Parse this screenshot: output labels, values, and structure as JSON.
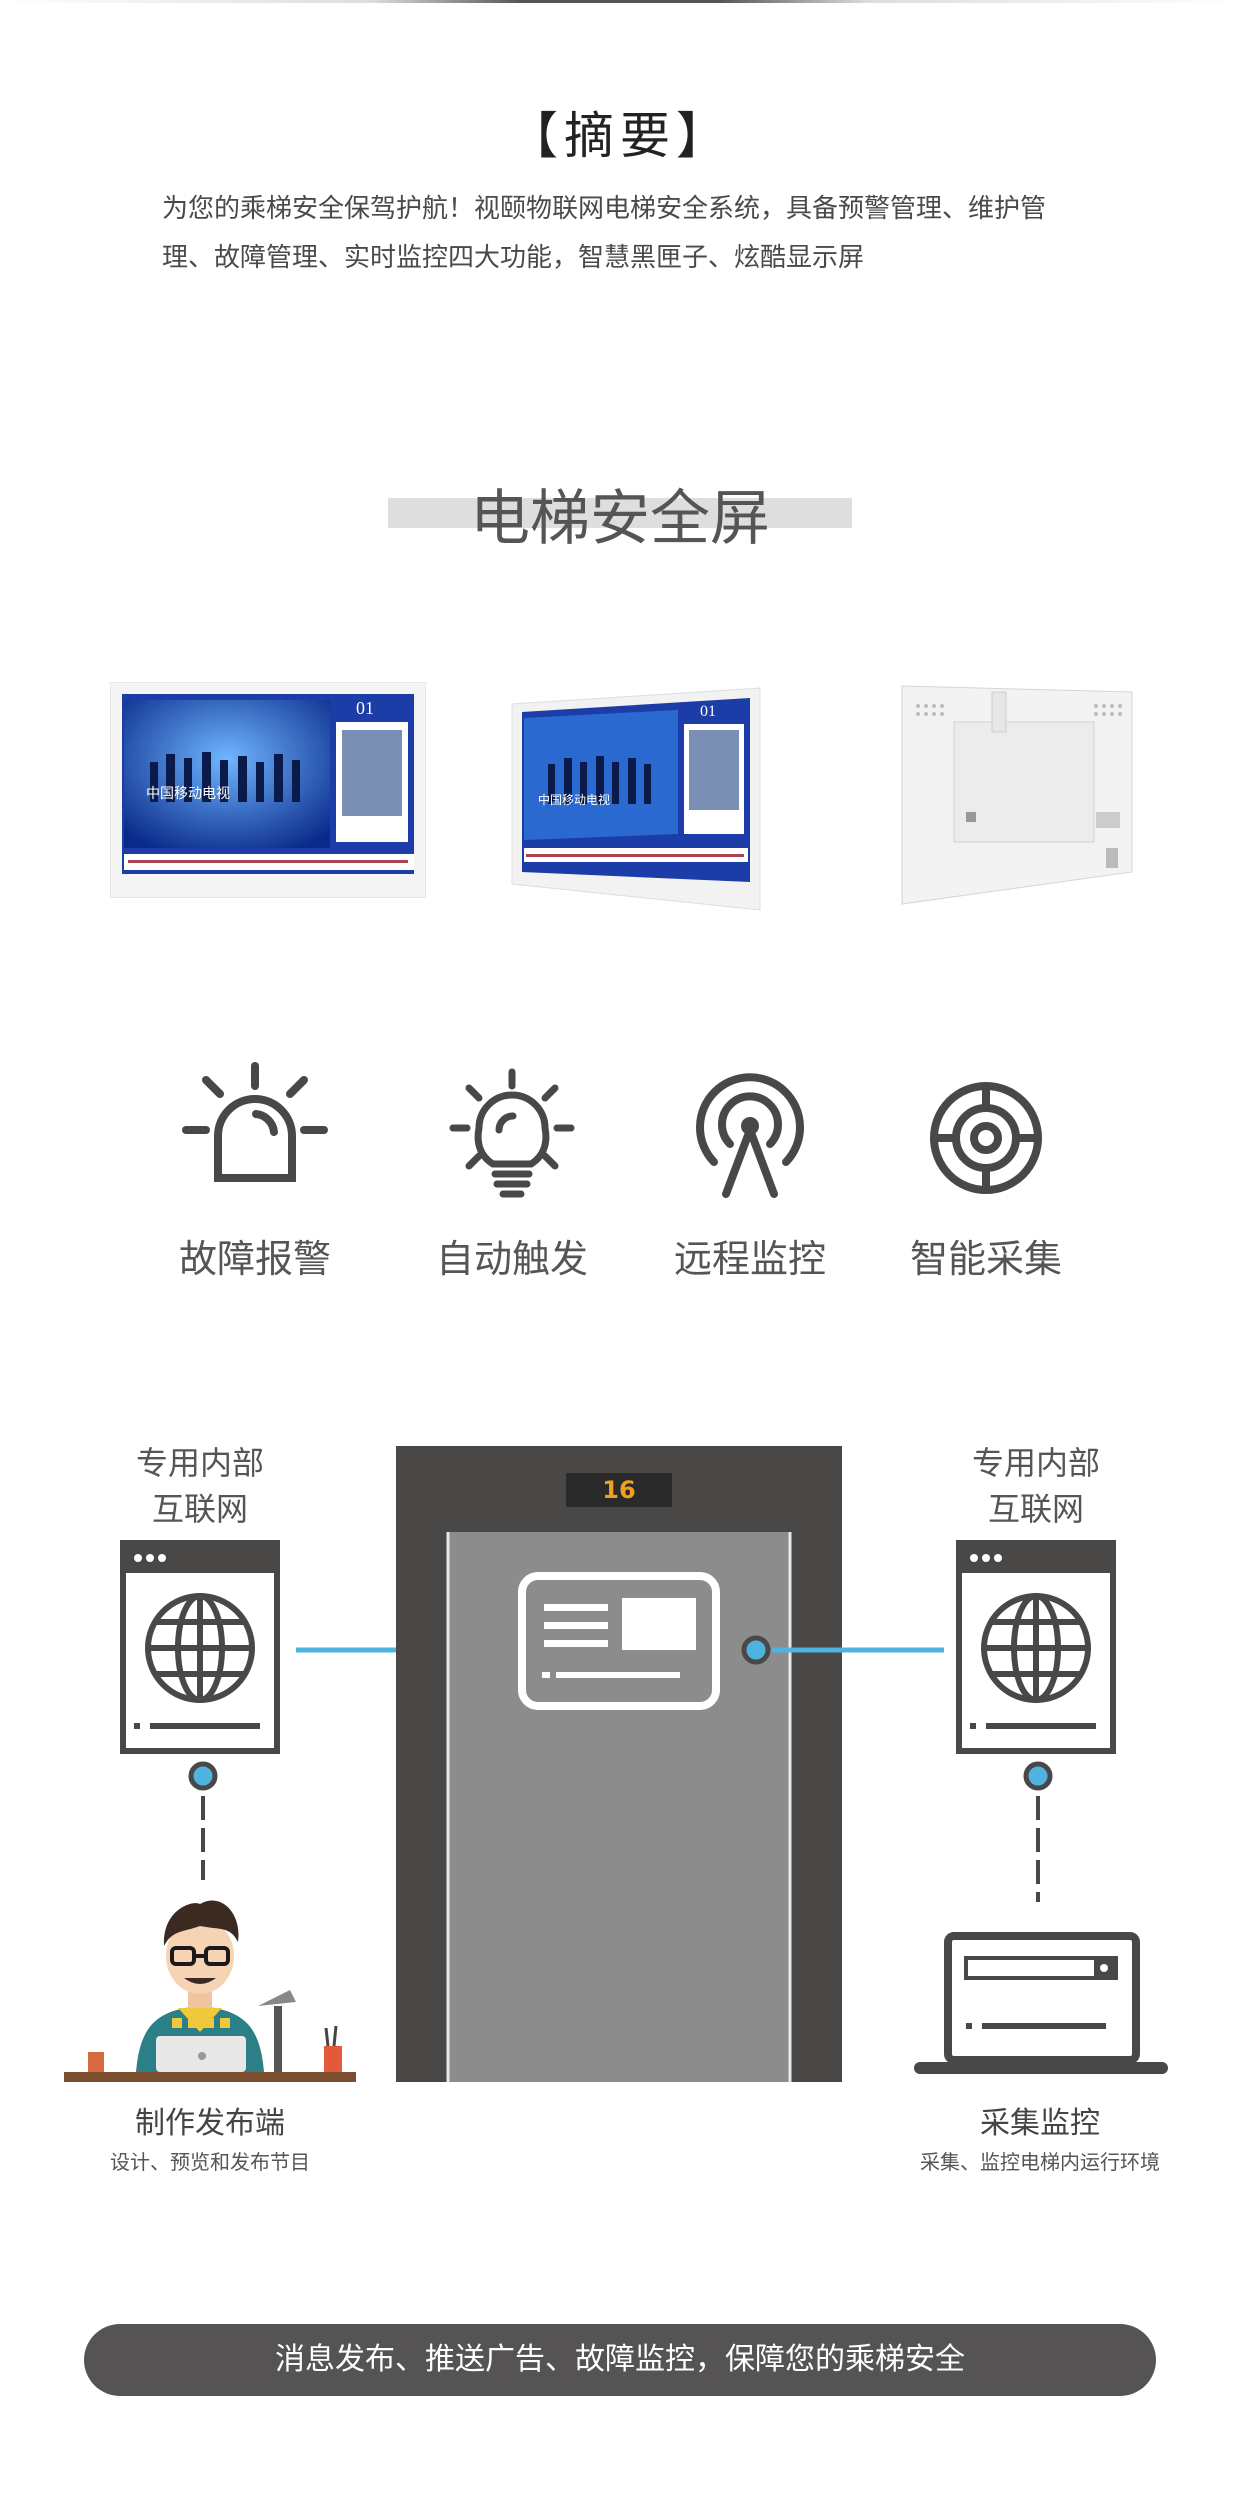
{
  "abstract": {
    "title": "【摘要】",
    "text": "为您的乘梯安全保驾护航！视颐物联网电梯安全系统，具备预警管理、维护管理、故障管理、实时监控四大功能，智慧黑匣子、炫酷显示屏"
  },
  "section": {
    "title": "电梯安全屏"
  },
  "products": [
    {
      "screen_number": "01",
      "caption": "中国移动电视"
    },
    {
      "screen_number": "01",
      "caption": "中国移动电视"
    },
    {
      "screen_number": ""
    }
  ],
  "features": [
    {
      "label": "故障报警",
      "icon": "alarm-light-icon"
    },
    {
      "label": "自动触发",
      "icon": "light-bulb-icon"
    },
    {
      "label": "远程监控",
      "icon": "signal-tower-icon"
    },
    {
      "label": "智能采集",
      "icon": "target-icon"
    }
  ],
  "diagram": {
    "left_network": {
      "line1": "专用内部",
      "line2": "互联网"
    },
    "right_network": {
      "line1": "专用内部",
      "line2": "互联网"
    },
    "floor": "16",
    "left_caption": {
      "main": "制作发布端",
      "sub": "设计、预览和发布节目"
    },
    "right_caption": {
      "main": "采集监控",
      "sub": "采集、监控电梯内运行环境"
    }
  },
  "bottom_bar": {
    "text": "消息发布、推送广告、故障监控，保障您的乘梯安全"
  },
  "colors": {
    "accent_blue": "#4fb3e0",
    "dark": "#4a4747",
    "gray_panel": "#8c8c8c"
  }
}
